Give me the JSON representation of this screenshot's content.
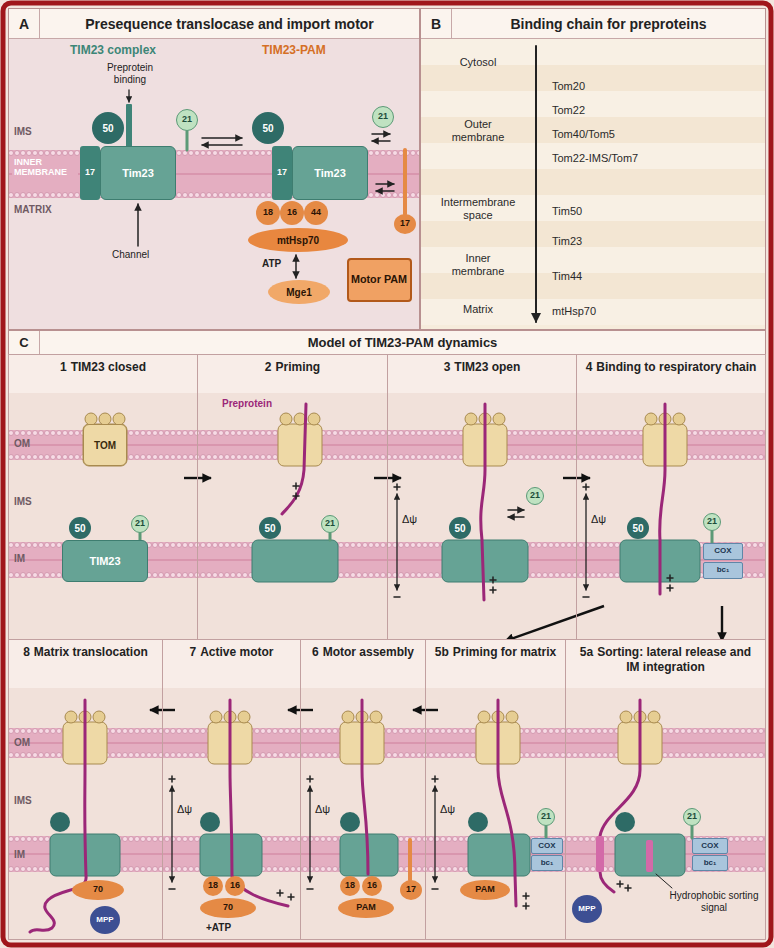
{
  "diagram": {
    "nodes": [
      {
        "text": [
          "A",
          "Presequence translocase and import motor"
        ]
      },
      {
        "text": [
          "B",
          "Binding chain for preproteins"
        ]
      },
      {
        "text": [
          "C",
          "Model of TIM23-PAM dynamics"
        ]
      },
      {
        "text": [
          "1",
          "TIM23 closed"
        ],
        "in": 2
      },
      {
        "text": [
          "2",
          "Priming"
        ],
        "in": 2
      },
      {
        "text": [
          "3",
          "TIM23 open"
        ],
        "in": 2
      },
      {
        "text": [
          "4",
          "Binding to respiratory chain"
        ],
        "in": 2
      },
      {
        "text": [
          "8",
          "Matrix translocation"
        ],
        "in": 2
      },
      {
        "text": [
          "7",
          "Active motor"
        ],
        "in": 2
      },
      {
        "text": [
          "6",
          "Motor assembly"
        ],
        "in": 2
      },
      {
        "text": [
          "5b",
          "Priming for matrix"
        ],
        "in": 2
      },
      {
        "text": [
          "5a",
          "Sorting: lateral release and IM integration"
        ],
        "in": 2
      },
      {
        "text": [
          "50"
        ],
        "in": 0
      },
      {
        "text": [
          "17"
        ],
        "in": 0
      },
      {
        "text": [
          "Tim23"
        ],
        "in": 0
      },
      {
        "text": [
          "21"
        ],
        "in": 0
      },
      {
        "text": [
          "50"
        ],
        "in": 0
      },
      {
        "text": [
          "17"
        ],
        "in": 0
      },
      {
        "text": [
          "Tim23"
        ],
        "in": 0
      },
      {
        "text": [
          "21"
        ],
        "in": 0
      },
      {
        "text": [
          "18"
        ],
        "in": 0
      },
      {
        "text": [
          "16"
        ],
        "in": 0
      },
      {
        "text": [
          "44"
        ],
        "in": 0
      },
      {
        "text": [
          "mtHsp70"
        ],
        "in": 0
      },
      {
        "text": [
          "17"
        ],
        "in": 0
      },
      {
        "text": [
          "Mge1"
        ],
        "in": 0
      },
      {
        "text": [
          "Motor PAM"
        ],
        "in": 0
      },
      {
        "text": [
          "TOM"
        ],
        "in": 3
      },
      {
        "text": [
          "50"
        ],
        "in": 3
      },
      {
        "text": [
          "21"
        ],
        "in": 3
      },
      {
        "text": [
          "TIM23"
        ],
        "in": 3
      },
      {
        "text": [
          "50"
        ],
        "in": 4
      },
      {
        "text": [
          "21"
        ],
        "in": 4
      },
      {
        "text": [
          "50"
        ],
        "in": 5
      },
      {
        "text": [
          "21"
        ],
        "in": 5
      },
      {
        "text": [
          "50"
        ],
        "in": 6
      },
      {
        "text": [
          "21"
        ],
        "in": 6
      },
      {
        "text": [
          "COX"
        ],
        "in": 6
      },
      {
        "text": [
          "bc₁"
        ],
        "in": 6
      },
      {
        "text": [
          "70"
        ],
        "in": 7
      },
      {
        "text": [
          "MPP"
        ],
        "in": 7
      },
      {
        "text": [
          "18"
        ],
        "in": 8
      },
      {
        "text": [
          "16"
        ],
        "in": 8
      },
      {
        "text": [
          "70"
        ],
        "in": 8
      },
      {
        "text": [
          "18"
        ],
        "in": 9
      },
      {
        "text": [
          "16"
        ],
        "in": 9
      },
      {
        "text": [
          "PAM"
        ],
        "in": 9
      },
      {
        "text": [
          "17"
        ],
        "in": 9
      },
      {
        "text": [
          "21"
        ],
        "in": 10
      },
      {
        "text": [
          "COX"
        ],
        "in": 10
      },
      {
        "text": [
          "bc₁"
        ],
        "in": 10
      },
      {
        "text": [
          "PAM"
        ],
        "in": 10
      },
      {
        "text": [
          "21"
        ],
        "in": 11
      },
      {
        "text": [
          "COX"
        ],
        "in": 11
      },
      {
        "text": [
          "bc₁"
        ],
        "in": 11
      },
      {
        "text": [
          "MPP"
        ],
        "in": 11
      }
    ],
    "edges": [
      {
        "from": 3,
        "to": 4,
        "arrow": "to"
      },
      {
        "from": 4,
        "to": 5,
        "arrow": "to"
      },
      {
        "from": 5,
        "to": 6,
        "arrow": "to"
      },
      {
        "from": 6,
        "to": 10,
        "arrow": "to"
      },
      {
        "from": 6,
        "to": 11,
        "arrow": "to"
      },
      {
        "from": 10,
        "to": 9,
        "arrow": "to"
      },
      {
        "from": 9,
        "to": 8,
        "arrow": "to"
      },
      {
        "from": 8,
        "to": 7,
        "arrow": "to"
      }
    ],
    "labels": [
      "IMS",
      "INNER MEMBRANE",
      "MATRIX",
      "TIM23 complex",
      "TIM23-PAM",
      "Preprotein binding",
      "Channel",
      "ATP",
      "Cytosol",
      "Tom20",
      "Tom22",
      "Outer membrane",
      "Tom40/Tom5",
      "Tom22-IMS/Tom7",
      "Intermembrane space",
      "Tim50",
      "Inner membrane",
      "Tim23",
      "Tim44",
      "Matrix",
      "mtHsp70",
      "OM",
      "IMS",
      "IM",
      "Preprotein",
      "Δψ",
      "Δψ",
      "OM",
      "IMS",
      "IM",
      "Δψ",
      "+ATP",
      "Δψ",
      "Δψ",
      "Hydrophobic sorting signal"
    ]
  }
}
